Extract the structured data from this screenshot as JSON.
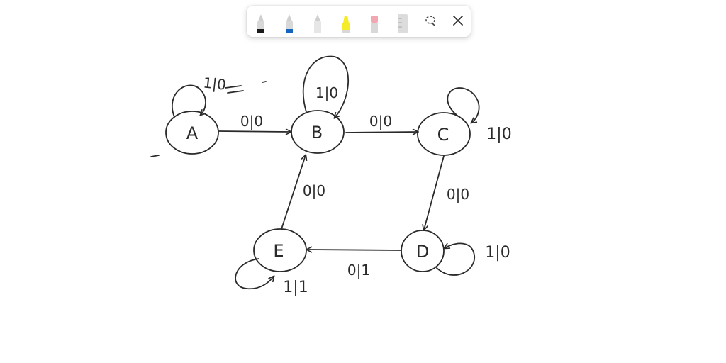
{
  "toolbar": {
    "tools": [
      {
        "name": "pen-black",
        "color": "#1a1a1a"
      },
      {
        "name": "pen-blue",
        "color": "#1565c0"
      },
      {
        "name": "pen-white",
        "color": "#f2f2f2"
      },
      {
        "name": "highlighter-yellow",
        "color": "#f4ec28"
      },
      {
        "name": "eraser",
        "color": "#f2a7b0"
      },
      {
        "name": "ruler",
        "color": "#d9d9d9"
      },
      {
        "name": "lasso-select",
        "color": "#444444"
      },
      {
        "name": "close",
        "color": "#333333"
      }
    ]
  },
  "diagram": {
    "states": {
      "A": "A",
      "B": "B",
      "C": "C",
      "D": "D",
      "E": "E"
    },
    "transitions": {
      "a_self": "1|0",
      "a_to_b": "0|0",
      "b_self": "1|0",
      "b_to_c": "0|0",
      "c_self": "1|0",
      "c_to_d": "0|0",
      "d_self": "1|0",
      "d_to_e": "0|1",
      "e_self": "1|1",
      "e_to_b": "0|0"
    },
    "stroke_color": "#2a2a2a"
  }
}
